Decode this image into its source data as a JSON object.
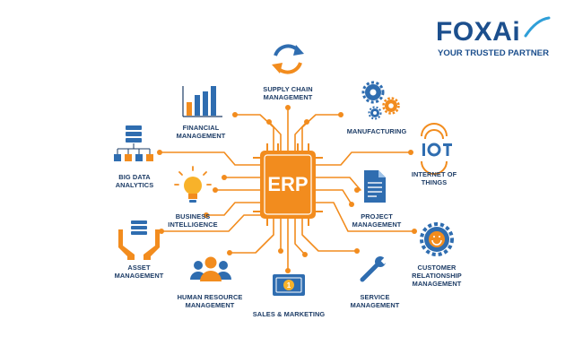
{
  "logo": {
    "word": "FOXAi",
    "tagline": "YOUR TRUSTED PARTNER",
    "brand_color": "#1c4f8d",
    "accent_color": "#2f9fd8"
  },
  "center": {
    "label": "ERP",
    "color": "#f28c1e"
  },
  "colors": {
    "line": "#f28c1e",
    "text": "#1d3c66",
    "icon_blue": "#2f6db0",
    "icon_orange": "#f28c1e"
  },
  "modules": [
    {
      "id": "supply-chain",
      "lines": [
        "SUPPLY CHAIN",
        "MANAGEMENT"
      ],
      "icon": "refresh-arrows-icon"
    },
    {
      "id": "financial",
      "lines": [
        "FINANCIAL",
        "MANAGEMENT"
      ],
      "icon": "bar-chart-icon"
    },
    {
      "id": "manufacturing",
      "lines": [
        "MANUFACTURING"
      ],
      "icon": "gears-icon"
    },
    {
      "id": "big-data",
      "lines": [
        "BIG DATA",
        "ANALYTICS"
      ],
      "icon": "data-tree-icon"
    },
    {
      "id": "iot",
      "lines": [
        "INTERNET OF",
        "THINGS"
      ],
      "icon": "iot-icon"
    },
    {
      "id": "bi",
      "lines": [
        "BUSINESS",
        "INTELLIGENCE"
      ],
      "icon": "light-bulb-icon"
    },
    {
      "id": "project",
      "lines": [
        "PROJECT",
        "MANAGEMENT"
      ],
      "icon": "document-icon"
    },
    {
      "id": "asset",
      "lines": [
        "ASSET",
        "MANAGEMENT"
      ],
      "icon": "hands-database-icon"
    },
    {
      "id": "crm",
      "lines": [
        "CUSTOMER",
        "RELATIONSHIP",
        "MANAGEMENT"
      ],
      "icon": "gear-smile-icon"
    },
    {
      "id": "hr",
      "lines": [
        "HUMAN RESOURCE",
        "MANAGEMENT"
      ],
      "icon": "people-icon"
    },
    {
      "id": "sales",
      "lines": [
        "SALES & MARKETING"
      ],
      "icon": "money-icon"
    },
    {
      "id": "service",
      "lines": [
        "SERVICE",
        "MANAGEMENT"
      ],
      "icon": "wrench-icon"
    }
  ]
}
